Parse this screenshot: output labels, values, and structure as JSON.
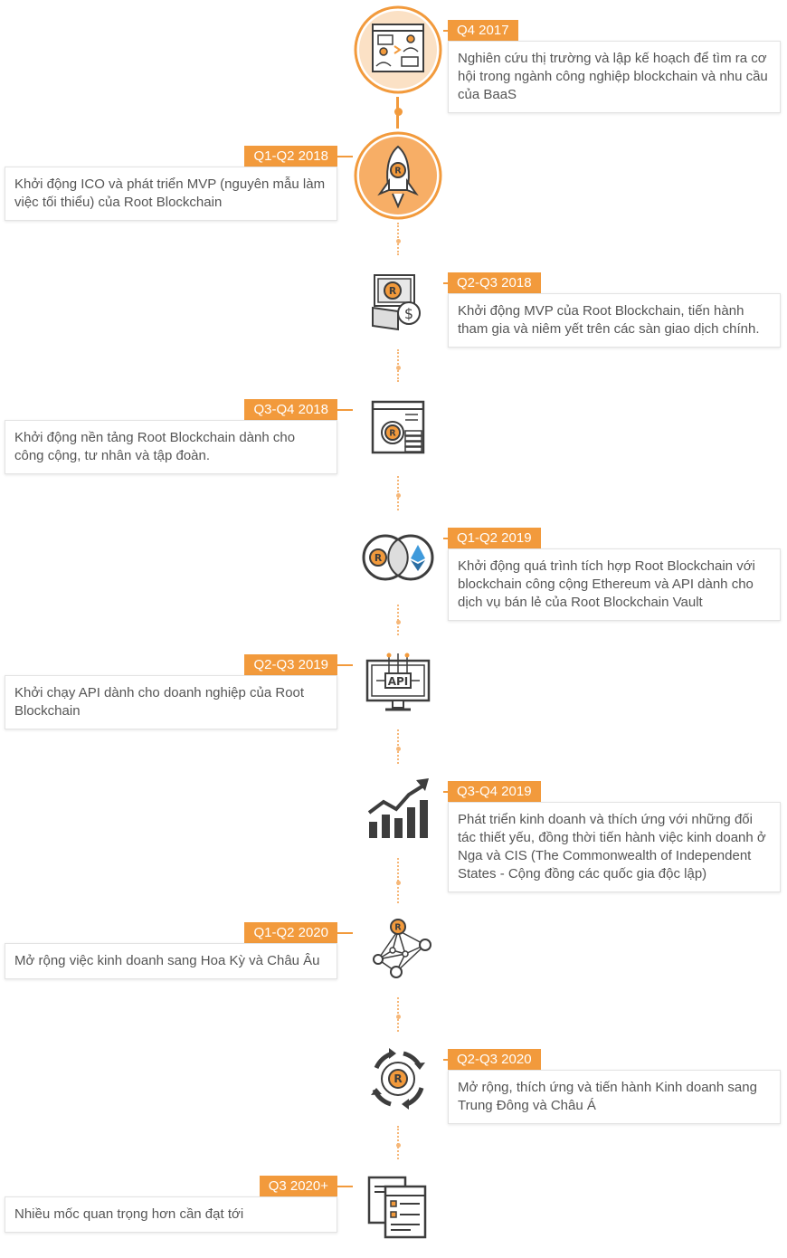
{
  "colors": {
    "accent": "#f29a3c",
    "accent_light": "#f6b778",
    "text": "#555555",
    "icon_dark": "#3d3d3d"
  },
  "milestones": [
    {
      "period": "Q4 2017",
      "text": "Nghiên cứu thị trường và lập kế hoạch để tìm ra cơ hội trong ngành công nghiệp blockchain và nhu cầu của BaaS",
      "side": "right",
      "icon": "market-research-icon",
      "highlight": true
    },
    {
      "period": "Q1-Q2 2018",
      "text": "Khởi động ICO và phát triển MVP (nguyên mẫu làm việc tối thiểu) của Root Blockchain",
      "side": "left",
      "icon": "rocket-icon",
      "highlight": true
    },
    {
      "period": "Q2-Q3 2018",
      "text": "Khởi động MVP của Root Blockchain, tiến hành tham gia và niêm yết trên các sàn giao dịch chính.",
      "side": "right",
      "icon": "exchange-listing-icon",
      "highlight": false
    },
    {
      "period": "Q3-Q4 2018",
      "text": "Khởi động nền tảng Root Blockchain dành cho công cộng, tư nhân và tập đoàn.",
      "side": "left",
      "icon": "platform-coins-icon",
      "highlight": false
    },
    {
      "period": "Q1-Q2 2019",
      "text": "Khởi động quá trình tích hợp Root Blockchain với blockchain công cộng Ethereum và API dành cho dịch vụ bán lẻ của Root Blockchain Vault",
      "side": "right",
      "icon": "ethereum-integration-icon",
      "highlight": false
    },
    {
      "period": "Q2-Q3 2019",
      "text": "Khởi chạy API dành cho doanh nghiệp của Root Blockchain",
      "side": "left",
      "icon": "api-monitor-icon",
      "highlight": false
    },
    {
      "period": "Q3-Q4 2019",
      "text": "Phát triển kinh doanh và thích ứng với những đối tác thiết yếu, đồng thời tiến hành việc kinh doanh ở Nga và CIS (The Commonwealth of Independent States - Cộng đồng các quốc gia độc lập)",
      "side": "right",
      "icon": "growth-chart-icon",
      "highlight": false
    },
    {
      "period": "Q1-Q2 2020",
      "text": "Mở rộng việc kinh doanh sang Hoa Kỳ và Châu Âu",
      "side": "left",
      "icon": "network-icon",
      "highlight": false
    },
    {
      "period": "Q2-Q3 2020",
      "text": "Mở rộng, thích ứng và tiến hành Kinh doanh sang Trung Đông và Châu Á",
      "side": "right",
      "icon": "globe-cycle-icon",
      "highlight": false
    },
    {
      "period": "Q3 2020+",
      "text": "Nhiều mốc quan trọng hơn cần đạt tới",
      "side": "left",
      "icon": "documents-icon",
      "highlight": false
    }
  ]
}
